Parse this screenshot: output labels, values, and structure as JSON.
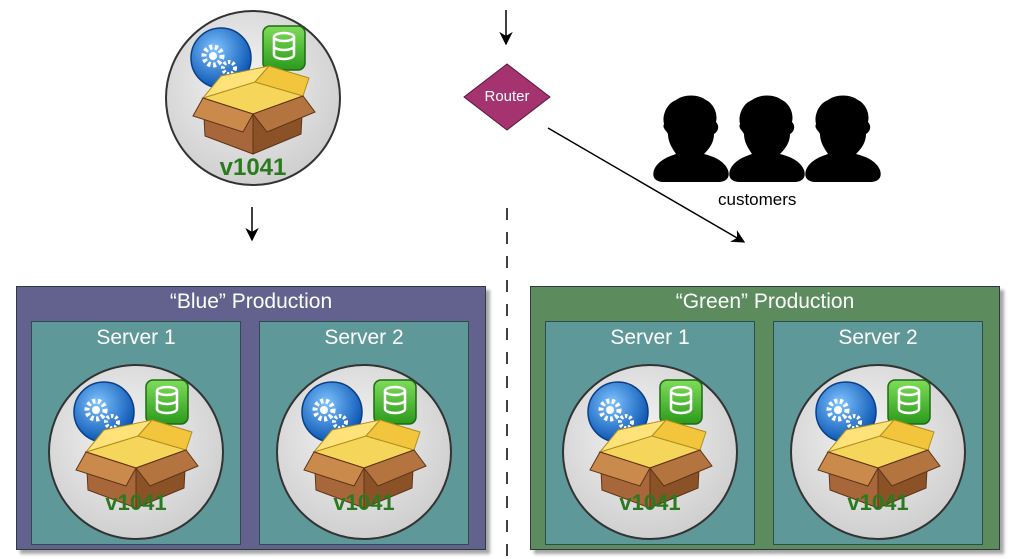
{
  "top_package": {
    "version": "v1041"
  },
  "router": {
    "label": "Router"
  },
  "customers": {
    "label": "customers"
  },
  "blue": {
    "title": "“Blue” Production",
    "servers": [
      {
        "name": "Server 1",
        "version": "v1041"
      },
      {
        "name": "Server 2",
        "version": "v1041"
      }
    ]
  },
  "green": {
    "title": "“Green” Production",
    "servers": [
      {
        "name": "Server 1",
        "version": "v1041"
      },
      {
        "name": "Server 2",
        "version": "v1041"
      }
    ]
  },
  "colors": {
    "blue_env": "#63628f",
    "green_env": "#5c8c5d",
    "server_fill": "#5f9898",
    "router": "#a4336f",
    "version_text": "#2b7a1f"
  }
}
